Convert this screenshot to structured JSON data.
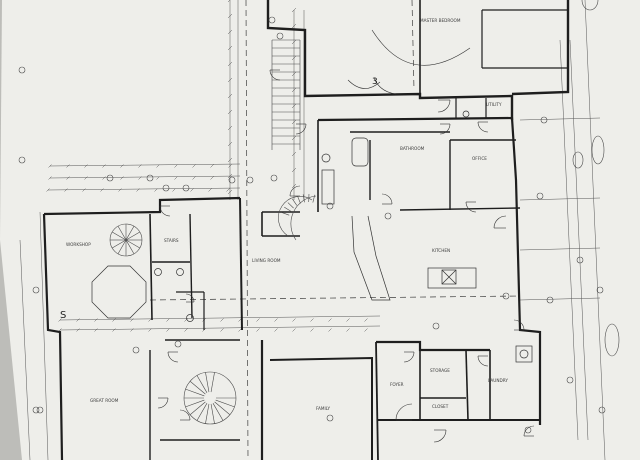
{
  "sheet": {
    "paper_color": "#eeeeea",
    "line_color": "#1e1e1e",
    "shade_color": "#c4c4c0"
  },
  "rooms": [
    {
      "id": "master-bedroom",
      "label": "MASTER BEDROOM"
    },
    {
      "id": "master-bath",
      "label": "BATHROOM"
    },
    {
      "id": "office",
      "label": "OFFICE"
    },
    {
      "id": "kitchen",
      "label": "KITCHEN"
    },
    {
      "id": "living-room",
      "label": "LIVING ROOM"
    },
    {
      "id": "stair-hall",
      "label": "STAIRS"
    },
    {
      "id": "workshop",
      "label": "WORKSHOP"
    },
    {
      "id": "great-room",
      "label": "GREAT ROOM"
    },
    {
      "id": "family",
      "label": "FAMILY"
    },
    {
      "id": "storage",
      "label": "STORAGE"
    },
    {
      "id": "laundry",
      "label": "LAUNDRY"
    },
    {
      "id": "foyer",
      "label": "FOYER"
    },
    {
      "id": "closet",
      "label": "CLOSET"
    },
    {
      "id": "utility",
      "label": "UTILITY"
    }
  ],
  "annotations": {
    "stair_number": "3",
    "section_mark": "S"
  }
}
